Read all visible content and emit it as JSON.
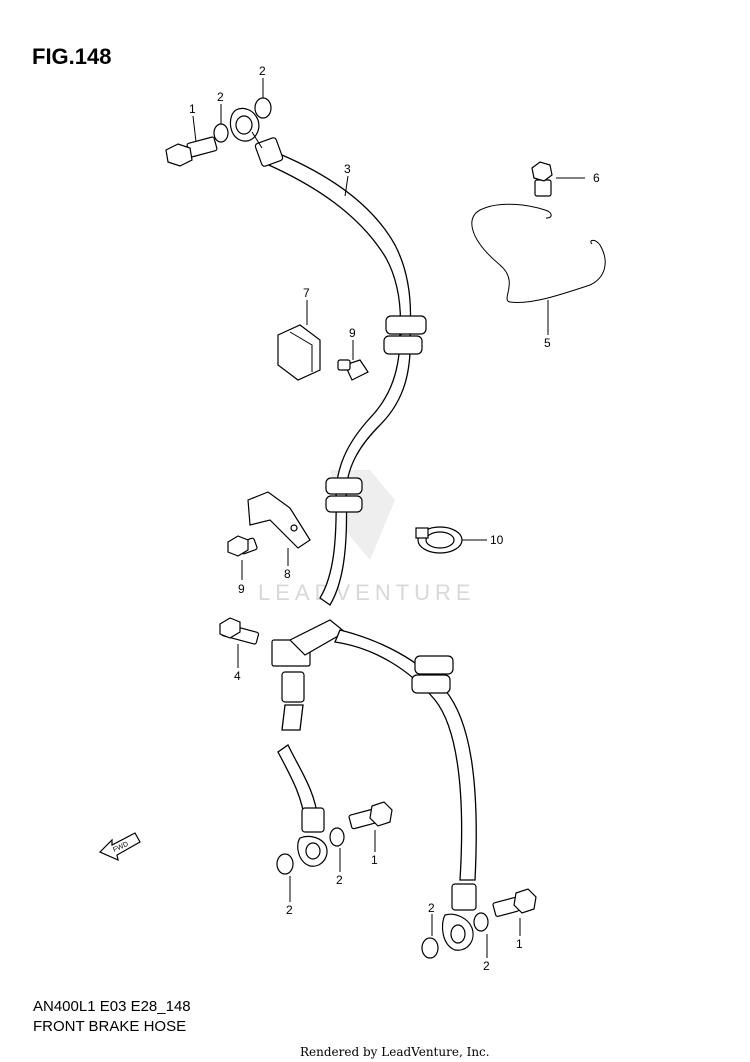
{
  "figure": {
    "title": "FIG.148",
    "model_code": "AN400L1 E03 E28_148",
    "section_name": "FRONT BRAKE HOSE",
    "credit": "Rendered by LeadVenture, Inc.",
    "watermark": "LEADVENTURE",
    "fwd_label": "FWD"
  },
  "callouts": [
    {
      "id": "c1a",
      "label": "1"
    },
    {
      "id": "c2a",
      "label": "2"
    },
    {
      "id": "c2b",
      "label": "2"
    },
    {
      "id": "c3",
      "label": "3"
    },
    {
      "id": "c6",
      "label": "6"
    },
    {
      "id": "c5",
      "label": "5"
    },
    {
      "id": "c7",
      "label": "7"
    },
    {
      "id": "c9a",
      "label": "9"
    },
    {
      "id": "c10",
      "label": "10"
    },
    {
      "id": "c9b",
      "label": "9"
    },
    {
      "id": "c8",
      "label": "8"
    },
    {
      "id": "c4",
      "label": "4"
    },
    {
      "id": "c1b",
      "label": "1"
    },
    {
      "id": "c2c",
      "label": "2"
    },
    {
      "id": "c2d",
      "label": "2"
    },
    {
      "id": "c2e",
      "label": "2"
    },
    {
      "id": "c2f",
      "label": "2"
    },
    {
      "id": "c1c",
      "label": "1"
    }
  ],
  "colors": {
    "line": "#000000",
    "watermark": "#d8d8d8",
    "background": "#ffffff"
  }
}
